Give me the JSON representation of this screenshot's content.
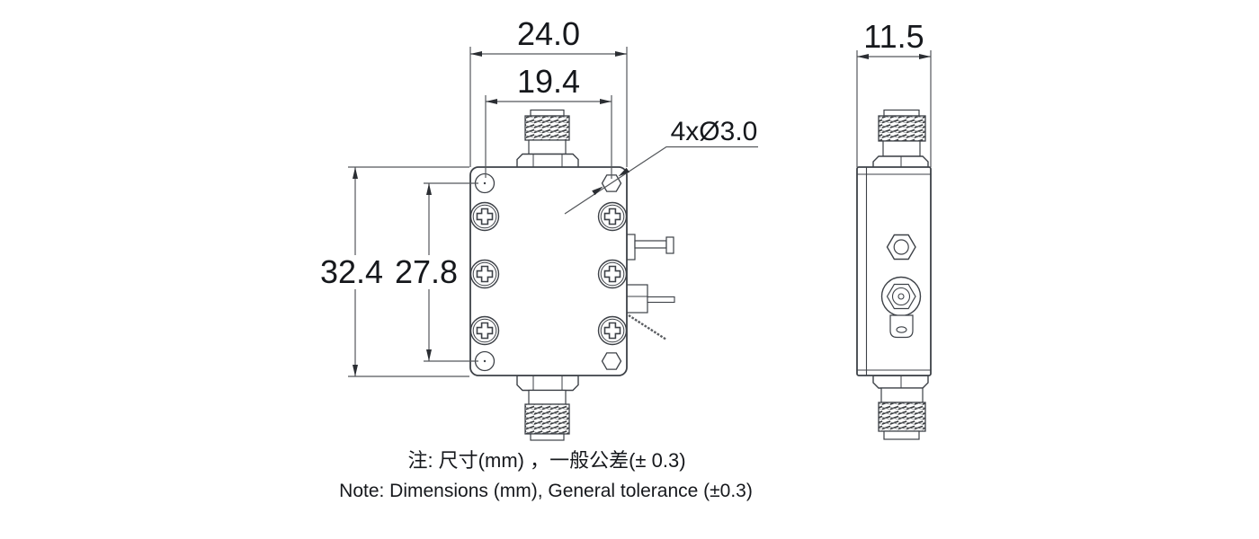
{
  "drawing": {
    "type": "mechanical-dimension-drawing",
    "views": [
      "front",
      "side"
    ],
    "units": "mm",
    "dimensions": {
      "body_width": "24.0",
      "hole_spacing_horizontal": "19.4",
      "body_height": "32.4",
      "hole_spacing_vertical": "27.8",
      "body_depth": "11.5",
      "mounting_hole_callout": "4xØ3.0"
    },
    "notes": {
      "line_zh": "注: 尺寸(mm) ，一般公差(± 0.3)",
      "line_en": "Note: Dimensions (mm), General tolerance (±0.3)"
    },
    "colors": {
      "background": "#ffffff",
      "object_line": "#3d4147",
      "dimension_line": "#55585c",
      "text": "#16181c"
    }
  }
}
